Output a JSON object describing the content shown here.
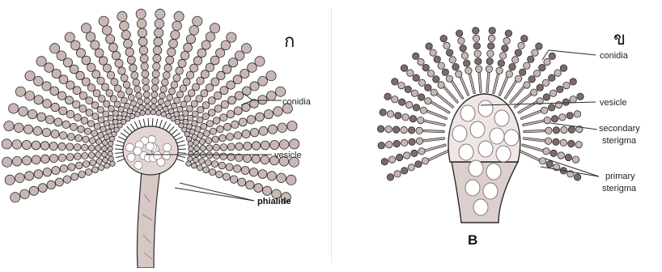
{
  "figure": {
    "panel_a": {
      "panel_letter": "ก",
      "labels": {
        "conidia": "conidia",
        "vesicle": "vesicle",
        "phialide": "phialide"
      }
    },
    "panel_b": {
      "panel_letter": "ข",
      "caption": "B",
      "labels": {
        "conidia": "conidia",
        "vesicle": "vesicle",
        "secondary_sterigma_line1": "secondary",
        "secondary_sterigma_line2": "sterigma",
        "primary_sterigma_line1": "primary",
        "primary_sterigma_line2": "sterigma"
      }
    }
  },
  "colors": {
    "ink": "#2b2b2b",
    "spore_fill": "#c9b7b5",
    "spore_dark": "#7d6a6a",
    "vesicle_fill": "#e4d6d4",
    "stalk_fill": "#d7c8c6",
    "background": "#ffffff"
  }
}
